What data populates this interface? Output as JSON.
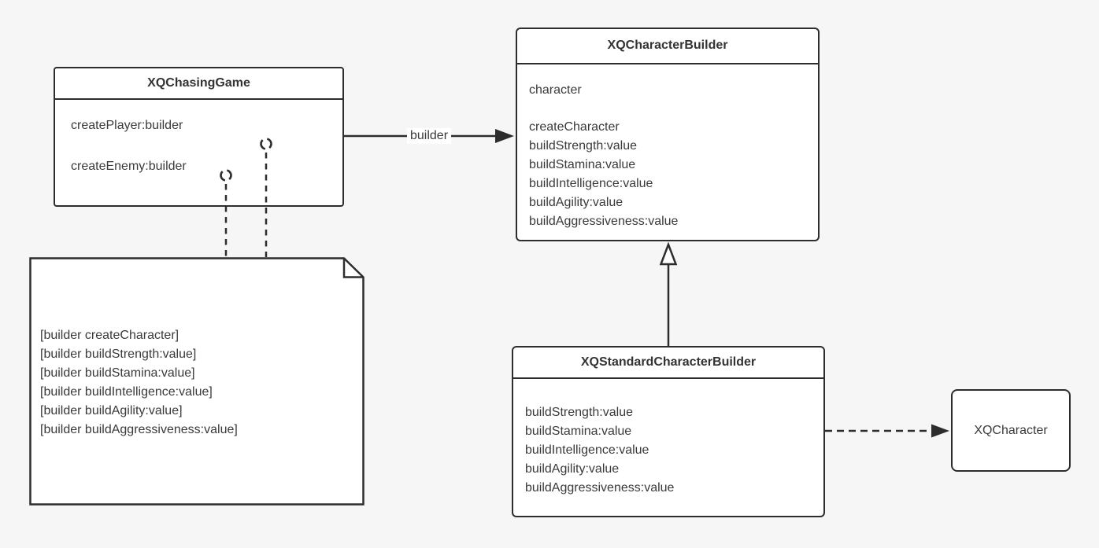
{
  "canvas": {
    "background_color": "#f6f6f7",
    "stroke_color": "#2d2d2d",
    "text_color": "#3a3a3a",
    "box_fill_color": "#ffffff"
  },
  "classes": {
    "chasing_game": {
      "title": "XQChasingGame",
      "methods": [
        "createPlayer:builder",
        "createEnemy:builder"
      ]
    },
    "character_builder": {
      "title": "XQCharacterBuilder",
      "attribute": "character",
      "methods": [
        "createCharacter",
        "buildStrength:value",
        "buildStamina:value",
        "buildIntelligence:value",
        "buildAgility:value",
        "buildAggressiveness:value"
      ]
    },
    "standard_character_builder": {
      "title": "XQStandardCharacterBuilder",
      "methods": [
        "buildStrength:value",
        "buildStamina:value",
        "buildIntelligence:value",
        "buildAgility:value",
        "buildAggressiveness:value"
      ]
    },
    "character": {
      "title": "XQCharacter"
    }
  },
  "note": {
    "lines": [
      "[builder createCharacter]",
      "[builder buildStrength:value]",
      "[builder buildStamina:value]",
      "[builder buildIntelligence:value]",
      "[builder buildAgility:value]",
      "[builder buildAggressiveness:value]"
    ]
  },
  "edges": {
    "association_label": "builder"
  },
  "icons": {
    "circular_arrow": "loop / circular-arrow glyph"
  }
}
